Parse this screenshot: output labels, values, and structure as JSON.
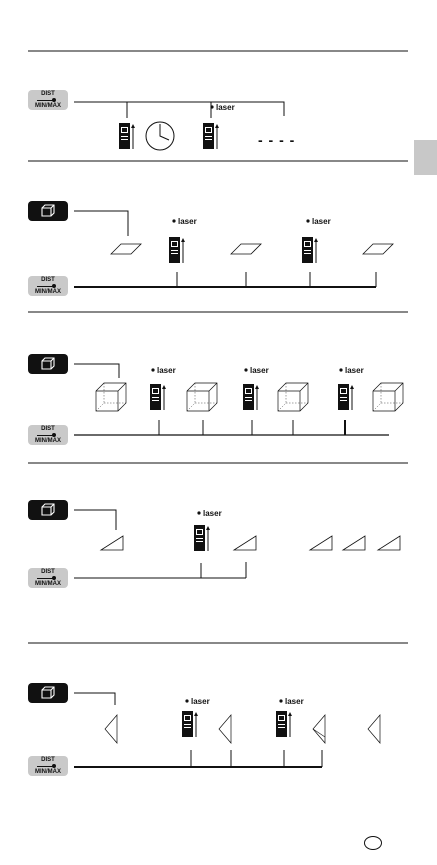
{
  "buttons": {
    "dist": {
      "line1": "DIST",
      "line2": "MIN/MAX"
    },
    "area_icon": "area-volume-icon"
  },
  "labels": {
    "laser": "laser"
  },
  "placeholder_display": "- - - -",
  "icons": [
    "device-icon",
    "timer-clock-icon",
    "parallelogram-icon",
    "cube-icon",
    "triangle-icon",
    "country-badge-icon"
  ],
  "colors": {
    "button_gray": "#c9c9c9",
    "button_black": "#111111",
    "tab_gray": "#c8c8c8",
    "line": "#111111"
  }
}
